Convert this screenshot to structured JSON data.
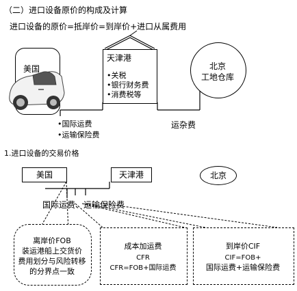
{
  "section_title": "（二）进口设备原价的构成及计算",
  "formula": "进口设备的原价=抵岸价=到岸价+进口从属费用",
  "top": {
    "usa": "美国",
    "tianjin": "天津港",
    "tianjin_items": [
      "•关税",
      "•银行财务费",
      "•消费税等"
    ],
    "beijing_line1": "北京",
    "beijing_line2": "工地仓库",
    "intl_items": [
      "•国际运费",
      "•运输保险费"
    ],
    "misc_fee": "运杂费"
  },
  "subsection_title": "1.进口设备的交易价格",
  "bottom": {
    "usa": "美国",
    "tianjin": "天津港",
    "beijing": "北京",
    "freight_label": "国际运费、运输保险费",
    "fob": [
      "离岸价FOB",
      "装运港船上交货价",
      "费用划分与风险转移",
      "的分界点一致"
    ],
    "cfr": [
      "成本加运费",
      "CFR",
      "CFR=FOB+国际运费"
    ],
    "cif": [
      "到岸价CIF",
      "CIF=FOB+",
      "国际运费+运输保险费"
    ]
  }
}
